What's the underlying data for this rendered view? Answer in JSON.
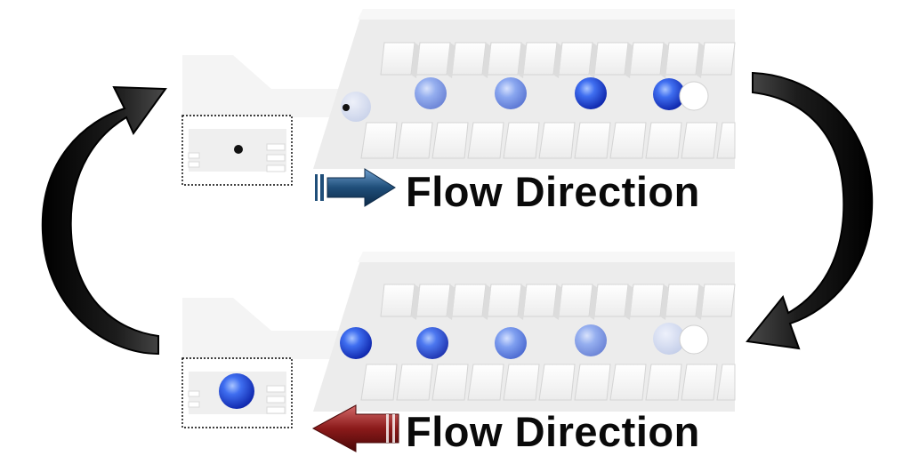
{
  "panels": [
    {
      "id": "forward",
      "flow_label": "Flow Direction",
      "arrow_direction": "right",
      "arrow_color": "#1f4e79",
      "inset_shows": "small-particle"
    },
    {
      "id": "reverse",
      "flow_label": "Flow Direction",
      "arrow_direction": "left",
      "arrow_color": "#8b1a1a",
      "inset_shows": "trapped-large-droplet"
    }
  ],
  "cycle_arrows": {
    "left": "curved-arrow-up",
    "right": "curved-arrow-down",
    "color": "#111111"
  },
  "colors": {
    "droplet": "#1f47d6",
    "post": "#f4f4f4",
    "channel": "#e6e6e6"
  }
}
